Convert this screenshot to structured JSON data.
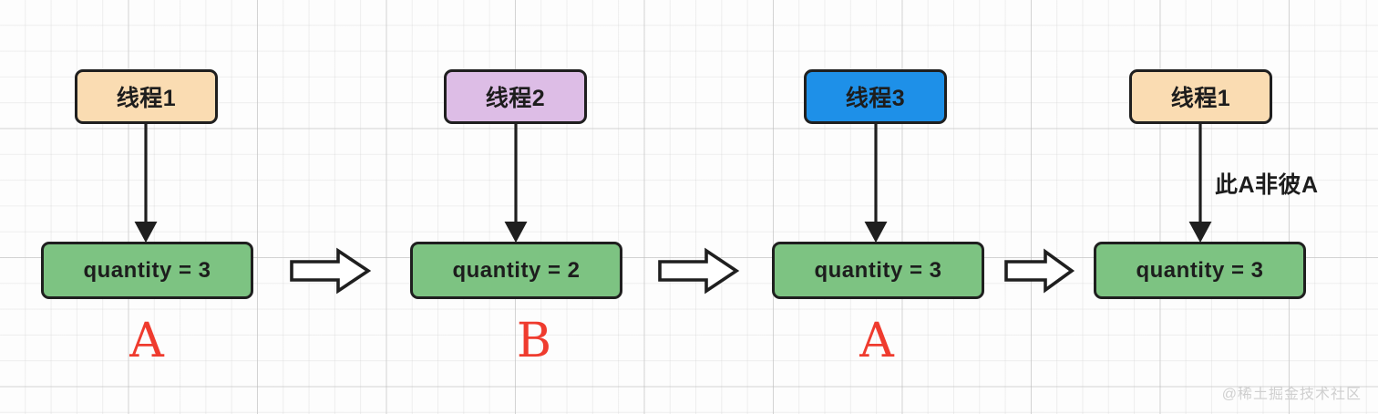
{
  "diagram": {
    "title": "thread-shared-variable-aba-sequence",
    "watermark": "@稀土掘金技术社区",
    "colors": {
      "orange": "#fadcb2",
      "purple": "#ddbde6",
      "blue": "#1e90e8",
      "green": "#7dc382",
      "border": "#1f1f1f",
      "red_label": "#ef3b2e",
      "grid": "#c8c8c8",
      "background": "#fdfdfd"
    },
    "annotation": {
      "text": "此A非彼A"
    },
    "steps": [
      {
        "thread_label": "线程1",
        "thread_color": "#fadcb2",
        "state_label": "quantity = 3",
        "state_color": "#7dc382",
        "letter": "A",
        "connector_after": "arrow-right"
      },
      {
        "thread_label": "线程2",
        "thread_color": "#ddbde6",
        "state_label": "quantity = 2",
        "state_color": "#7dc382",
        "letter": "B",
        "connector_after": "arrow-right"
      },
      {
        "thread_label": "线程3",
        "thread_color": "#1e90e8",
        "state_label": "quantity = 3",
        "state_color": "#7dc382",
        "letter": "A",
        "connector_after": "arrow-right"
      },
      {
        "thread_label": "线程1",
        "thread_color": "#fadcb2",
        "state_label": "quantity = 3",
        "state_color": "#7dc382",
        "letter": "",
        "connector_after": ""
      }
    ]
  }
}
